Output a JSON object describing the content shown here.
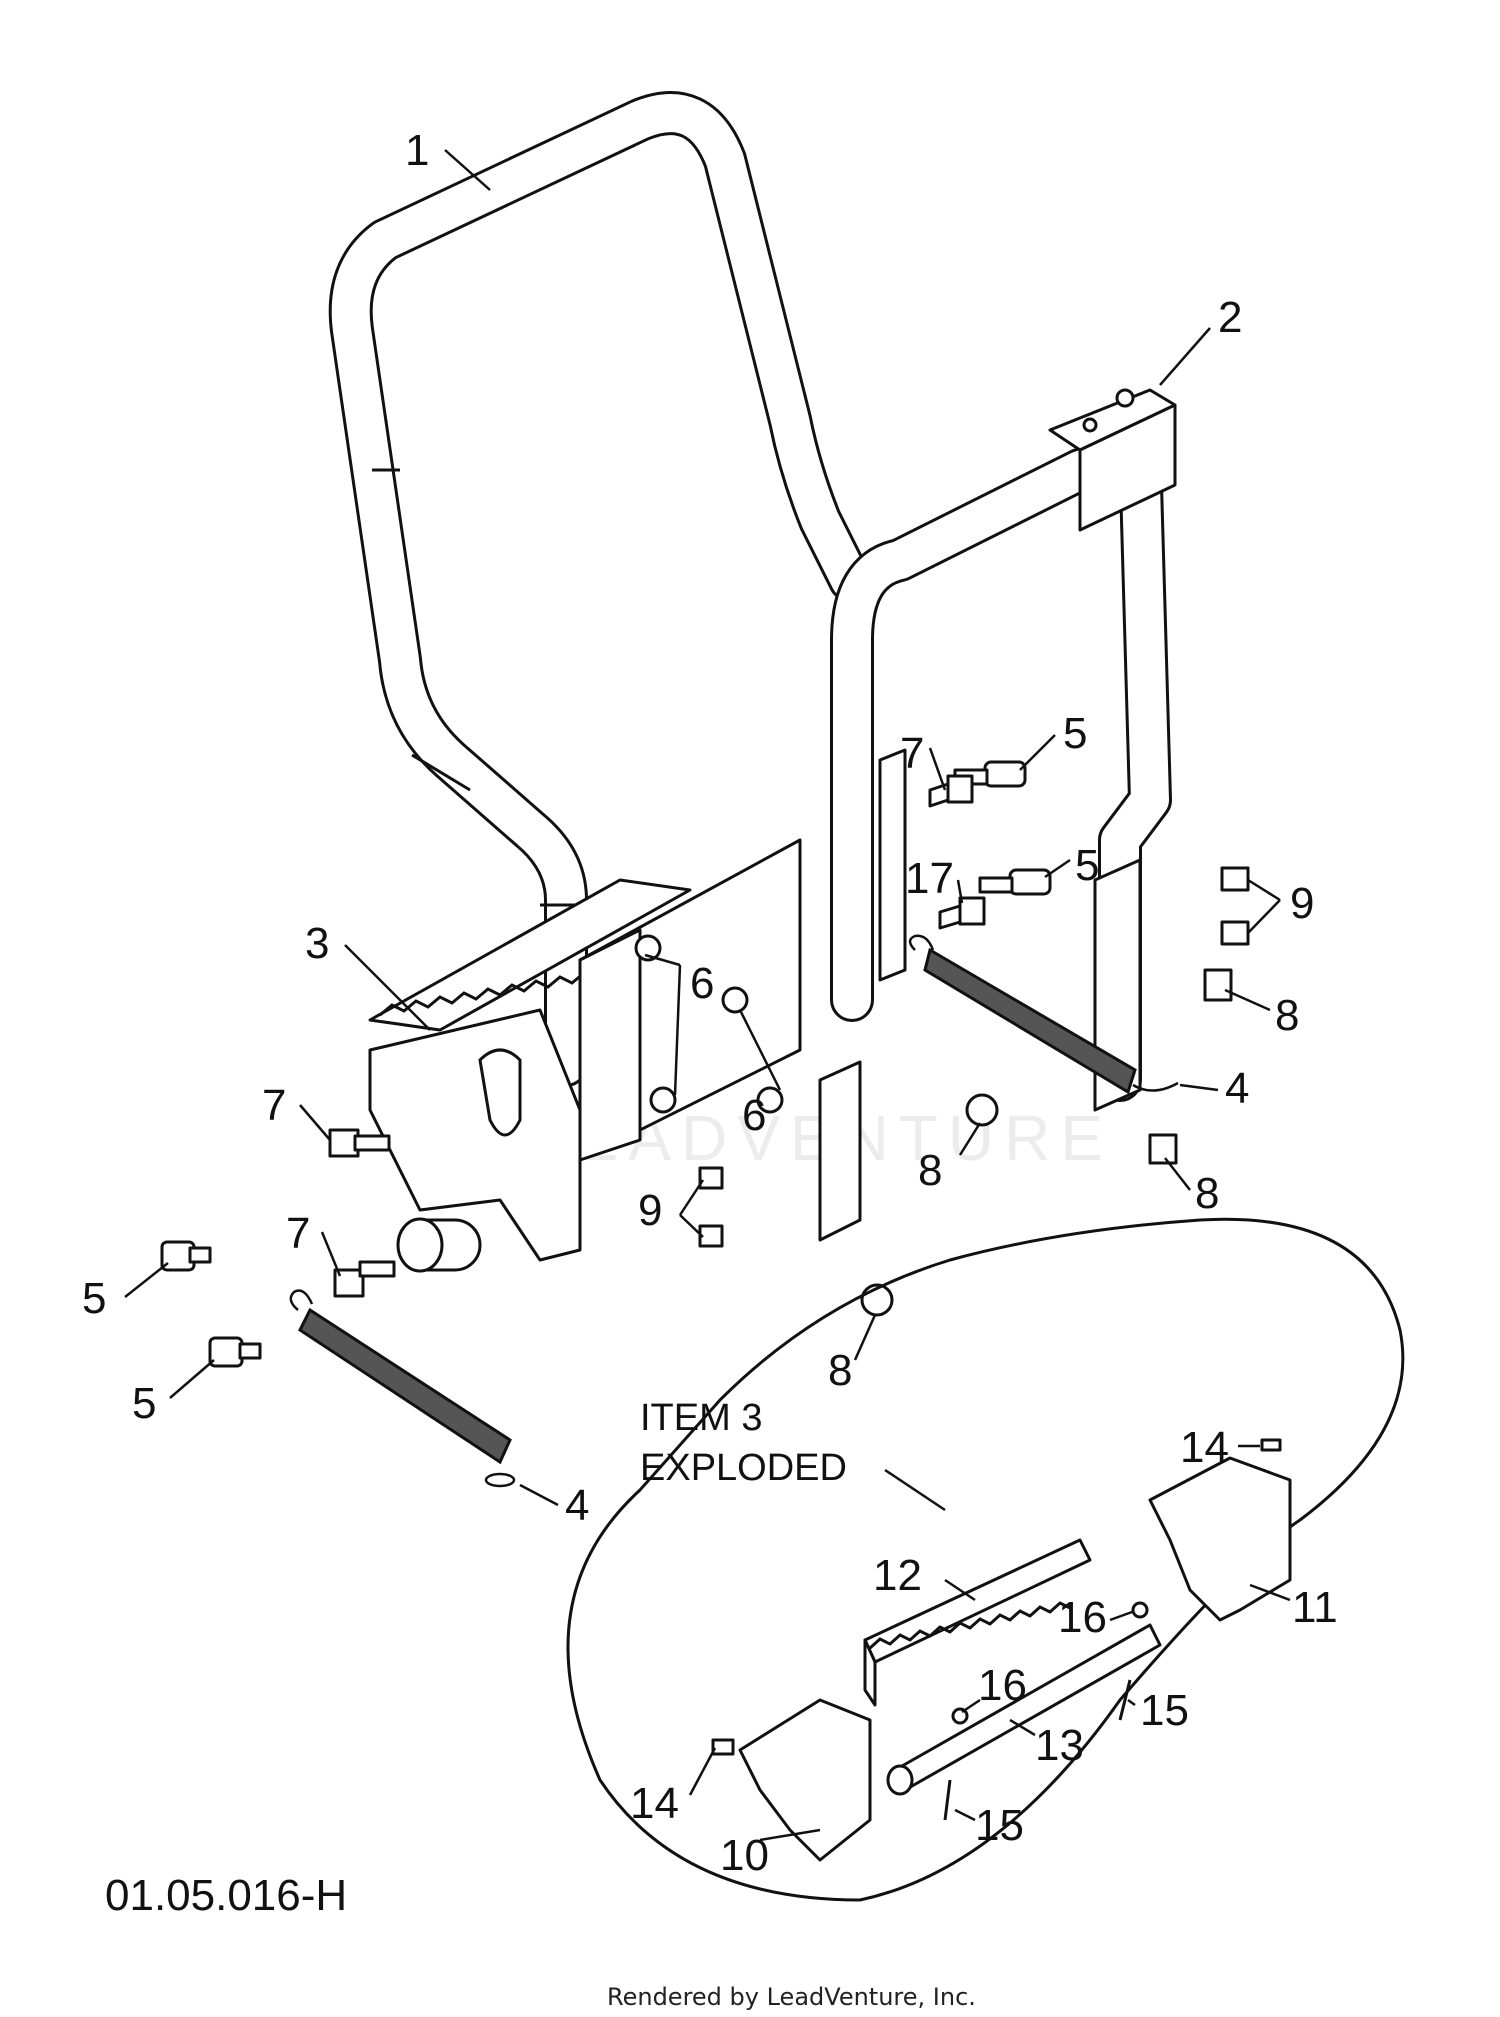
{
  "diagram": {
    "part_labels": [
      "1",
      "2",
      "3",
      "4",
      "4",
      "5",
      "5",
      "5",
      "5",
      "6",
      "6",
      "7",
      "7",
      "7",
      "8",
      "8",
      "8",
      "8",
      "9",
      "9",
      "10",
      "11",
      "12",
      "13",
      "14",
      "14",
      "15",
      "15",
      "16",
      "16",
      "17"
    ],
    "callout": {
      "line1": "ITEM 3",
      "line2": "EXPLODED"
    },
    "diagram_code": "01.05.016-H",
    "watermark": "LEADVENTURE",
    "credit": "Rendered by LeadVenture, Inc."
  }
}
